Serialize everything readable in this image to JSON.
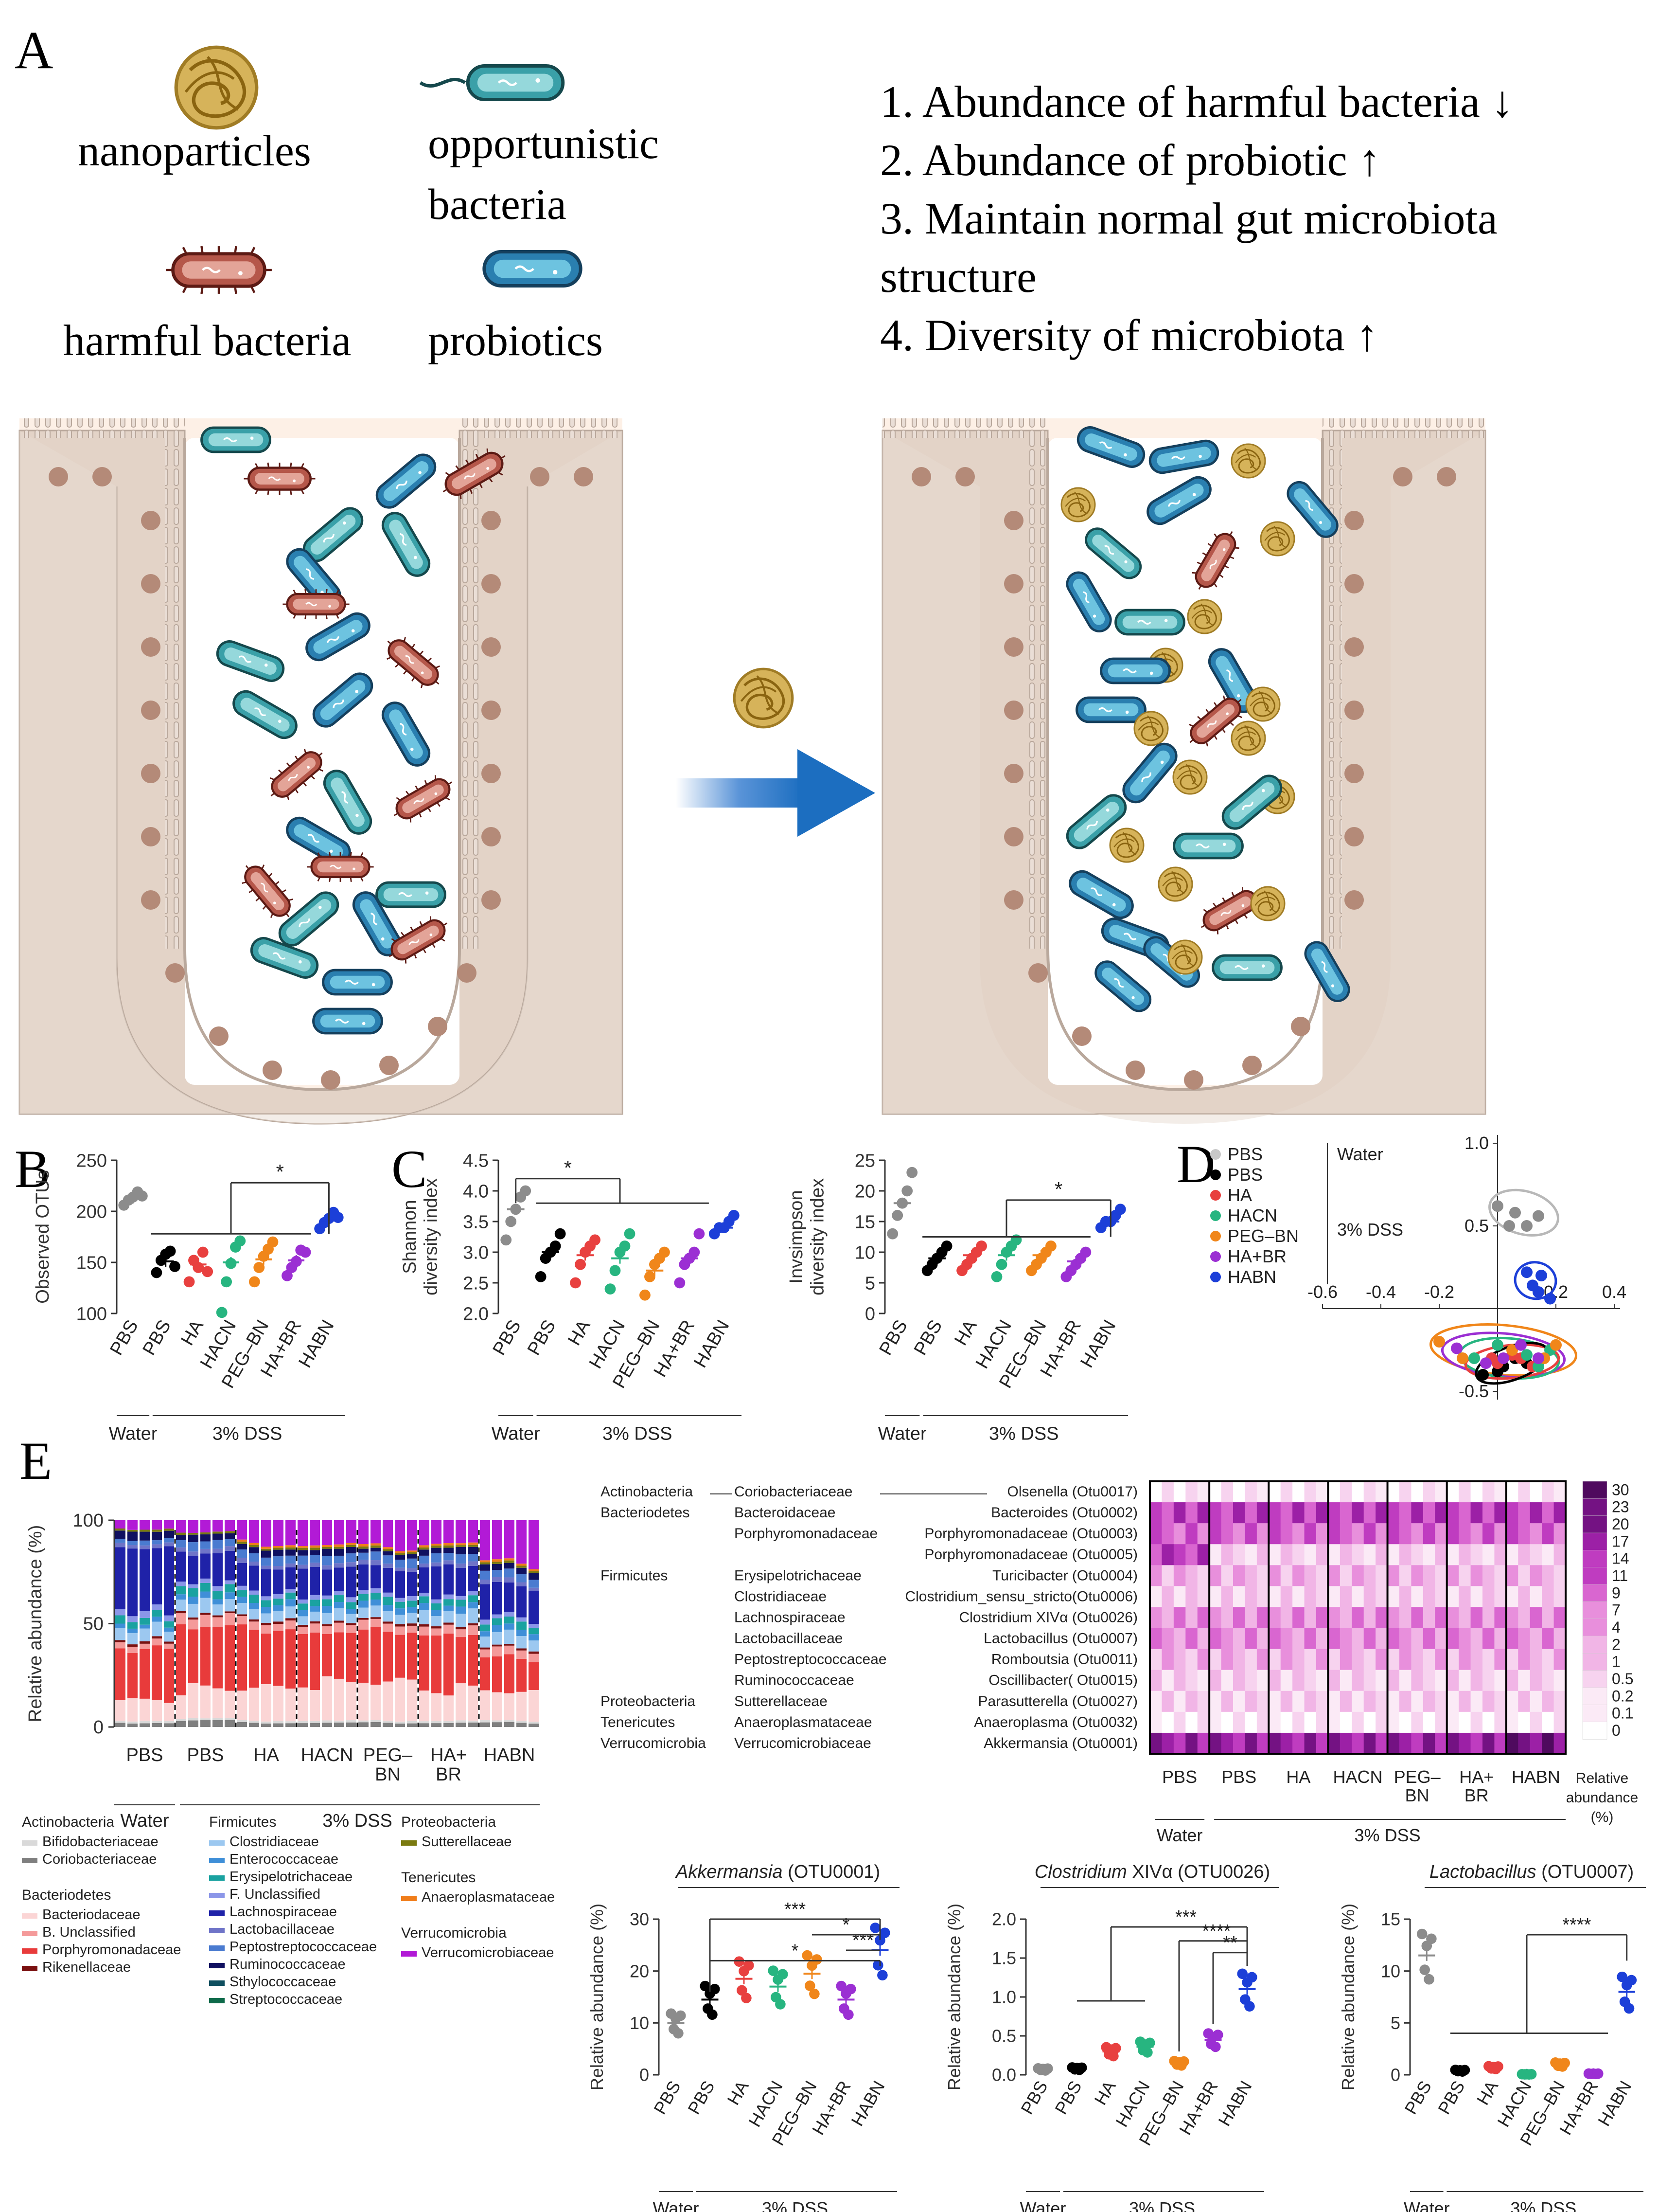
{
  "panel_labels": {
    "a": "A",
    "b": "B",
    "c": "C",
    "d": "D",
    "e": "E"
  },
  "legend_a": {
    "nanoparticles": "nanoparticles",
    "opportunistic_1": "opportunistic",
    "opportunistic_2": "bacteria",
    "harmful": "harmful bacteria",
    "probiotics": "probiotics"
  },
  "effects": [
    "1. Abundance of harmful bacteria ↓",
    "2. Abundance of probiotic ↑",
    "3. Maintain normal gut microbiota",
    "structure",
    "4. Diversity of microbiota ↑"
  ],
  "groups": [
    "PBS",
    "PBS",
    "HA",
    "HACN",
    "PEG–BN",
    "HA+BR",
    "HABN"
  ],
  "group_labels": {
    "water": "Water",
    "dss": "3% DSS"
  },
  "colors": {
    "pbs_water": "#8c8c8c",
    "pbs_dss": "#000000",
    "ha": "#e8403f",
    "hacn": "#27b580",
    "pegbn": "#f0861a",
    "habr": "#9b2fd3",
    "habn": "#1c3fd8"
  },
  "chart_data": [
    {
      "type": "scatter",
      "id": "B",
      "ylabel": "Observed OTUs",
      "ylim": [
        100,
        250
      ],
      "yticks": [
        100,
        150,
        200,
        250
      ],
      "categories": [
        "PBS",
        "PBS",
        "HA",
        "HACN",
        "PEG–BN",
        "HA+BR",
        "HABN"
      ],
      "points": [
        [
          206,
          211,
          214,
          219,
          215
        ],
        [
          140,
          152,
          158,
          161,
          146
        ],
        [
          131,
          152,
          145,
          160,
          141
        ],
        [
          101,
          131,
          149,
          165,
          171
        ],
        [
          131,
          145,
          156,
          163,
          170
        ],
        [
          137,
          145,
          151,
          162,
          160
        ],
        [
          183,
          189,
          193,
          199,
          194
        ]
      ],
      "means": [
        213,
        151,
        148,
        150,
        153,
        152,
        191
      ],
      "annotations": [
        {
          "text": "*",
          "from": "PBS-DSS",
          "to": "HABN"
        }
      ]
    },
    {
      "type": "scatter",
      "id": "C1",
      "ylabel": "Shannon diversity index",
      "ylim": [
        2.0,
        4.5
      ],
      "yticks": [
        2.0,
        2.5,
        3.0,
        3.5,
        4.0,
        4.5
      ],
      "categories": [
        "PBS",
        "PBS",
        "HA",
        "HACN",
        "PEG–BN",
        "HA+BR",
        "HABN"
      ],
      "points": [
        [
          3.2,
          3.5,
          3.7,
          3.9,
          4.0
        ],
        [
          2.6,
          2.9,
          3.0,
          3.1,
          3.3
        ],
        [
          2.5,
          2.8,
          3.0,
          3.1,
          3.2
        ],
        [
          2.4,
          2.7,
          3.0,
          3.1,
          3.3
        ],
        [
          2.3,
          2.6,
          2.8,
          2.9,
          3.0
        ],
        [
          2.5,
          2.8,
          2.9,
          3.0,
          3.3
        ],
        [
          3.3,
          3.4,
          3.4,
          3.5,
          3.6
        ]
      ],
      "means": [
        3.7,
        3.0,
        2.95,
        2.9,
        2.7,
        2.9,
        3.4
      ],
      "annotations": [
        {
          "text": "*",
          "from": "PBS-Water",
          "to": "HA"
        }
      ]
    },
    {
      "type": "scatter",
      "id": "C2",
      "ylabel": "Invsimpson diversity index",
      "ylim": [
        0,
        25
      ],
      "yticks": [
        0,
        5,
        10,
        15,
        20,
        25
      ],
      "categories": [
        "PBS",
        "PBS",
        "HA",
        "HACN",
        "PEG–BN",
        "HA+BR",
        "HABN"
      ],
      "points": [
        [
          13,
          16,
          18,
          20,
          23
        ],
        [
          7,
          8,
          9,
          10,
          11
        ],
        [
          7,
          8,
          9,
          10,
          11
        ],
        [
          6,
          8,
          10,
          11,
          12
        ],
        [
          7,
          8,
          9,
          10,
          11
        ],
        [
          6,
          7,
          8,
          9,
          10
        ],
        [
          14,
          15,
          15,
          16,
          17
        ]
      ],
      "means": [
        18,
        9,
        9.5,
        9.5,
        9.5,
        8.5,
        15
      ],
      "annotations": [
        {
          "text": "*",
          "from": "PBS-DSS",
          "to": "HABN"
        }
      ]
    },
    {
      "type": "scatter",
      "id": "D",
      "xticks": [
        -0.6,
        -0.4,
        -0.2,
        0.2,
        0.4
      ],
      "yticks": [
        1.0,
        0.5,
        -0.5
      ],
      "legend": [
        "PBS",
        "PBS",
        "HA",
        "HACN",
        "PEG–BN",
        "HA+BR",
        "HABN"
      ],
      "legend_groups": [
        "Water",
        "3% DSS"
      ]
    },
    {
      "type": "bar",
      "id": "E-stacked",
      "ylabel": "Relative abundance (%)",
      "ylim": [
        0,
        100
      ],
      "yticks": [
        0,
        50,
        100
      ],
      "categories": [
        "PBS",
        "PBS",
        "HA",
        "HACN",
        "PEG–\nBN",
        "HA+\nBR",
        "HABN"
      ]
    },
    {
      "type": "heatmap",
      "id": "E-heatmap",
      "rows": [
        [
          "Actinobacteria",
          "Coriobacteriaceae",
          "Olsenella (Otu0017)"
        ],
        [
          "Bacteriodetes",
          "Bacteroidaceae",
          "Bacteroides (Otu0002)"
        ],
        [
          "",
          "Porphyromonadaceae",
          "Porphyromonadaceae (Otu0003)"
        ],
        [
          "",
          "",
          "Porphyromonadaceae (Otu0005)"
        ],
        [
          "Firmicutes",
          "Erysipelotrichaceae",
          "Turicibacter (Otu0004)"
        ],
        [
          "",
          "Clostridiaceae",
          "Clostridium_sensu_stricto(Otu0006)"
        ],
        [
          "",
          "Lachnospiraceae",
          "Clostridium XIVα (Otu0026)"
        ],
        [
          "",
          "Lactobacillaceae",
          "Lactobacillus (Otu0007)"
        ],
        [
          "",
          "Peptostreptococcaceae",
          "Romboutsia (Otu0011)"
        ],
        [
          "",
          "Ruminococcaceae",
          "Oscillibacter( Otu0015)"
        ],
        [
          "Proteobacteria",
          "Sutterellaceae",
          "Parasutterella (Otu0027)"
        ],
        [
          "Tenericutes",
          "Anaeroplasmataceae",
          "Anaeroplasma (Otu0032)"
        ],
        [
          "Verrucomicrobia",
          "Verrucomicrobiaceae",
          "Akkermansia (Otu0001)"
        ]
      ],
      "scale": [
        "30",
        "23",
        "20",
        "17",
        "14",
        "11",
        "9",
        "7",
        "4",
        "2",
        "1",
        "0.5",
        "0.2",
        "0.1",
        "0"
      ],
      "scale_title": [
        "Relative",
        "abundance",
        "(%)"
      ],
      "columns": [
        "PBS",
        "PBS",
        "HA",
        "HACN",
        "PEG–\nBN",
        "HA+\nBR",
        "HABN"
      ]
    },
    {
      "type": "scatter",
      "id": "E-akk",
      "title": "Akkermansia (OTU0001)",
      "ylabel": "Relative abundance (%)",
      "ylim": [
        0,
        30
      ],
      "yticks": [
        0,
        10,
        20,
        30
      ],
      "categories": [
        "PBS",
        "PBS",
        "HA",
        "HACN",
        "PEG–BN",
        "HA+BR",
        "HABN"
      ],
      "means": [
        10,
        14.5,
        18.5,
        17,
        19.5,
        14.5,
        24
      ],
      "annotations": [
        "***",
        "*",
        "***",
        "*"
      ]
    },
    {
      "type": "scatter",
      "id": "E-clos",
      "title": "Clostridium XIVα (OTU0026)",
      "ylabel": "Relative abundance (%)",
      "ylim": [
        0,
        2.0
      ],
      "yticks": [
        0.0,
        0.5,
        1.0,
        1.5,
        2.0
      ],
      "categories": [
        "PBS",
        "PBS",
        "HA",
        "HACN",
        "PEG–BN",
        "HA+BR",
        "HABN"
      ],
      "means": [
        0.07,
        0.08,
        0.3,
        0.36,
        0.15,
        0.45,
        1.1
      ],
      "annotations": [
        "***",
        "****",
        "**"
      ]
    },
    {
      "type": "scatter",
      "id": "E-lact",
      "title": "Lactobacillus (OTU0007)",
      "ylabel": "Relative abundance (%)",
      "ylim": [
        0,
        15
      ],
      "yticks": [
        0,
        5,
        10,
        15
      ],
      "categories": [
        "PBS",
        "PBS",
        "HA",
        "HACN",
        "PEG–BN",
        "HA+BR",
        "HABN"
      ],
      "means": [
        11.5,
        0.4,
        0.7,
        0.05,
        1.0,
        0.1,
        8
      ],
      "annotations": [
        "****"
      ]
    }
  ],
  "legend_e": {
    "Actinobacteria": [
      "Bifidobacteriaceae",
      "Coriobacteriaceae"
    ],
    "Bacteriodetes": [
      "Bacteriodaceae",
      "B. Unclassified",
      "Porphyromonadaceae",
      "Rikenellaceae"
    ],
    "Firmicutes": [
      "Clostridiaceae",
      "Enterococcaceae",
      "Erysipelotrichaceae",
      "F. Unclassified",
      "Lachnospiraceae",
      "Lactobacillaceae",
      "Peptostreptococcaceae",
      "Ruminococcaceae",
      "Sthylococcaceae",
      "Streptococcaceae"
    ],
    "Proteobacteria": [
      "Sutterellaceae"
    ],
    "Tenericutes": [
      "Anaeroplasmataceae"
    ],
    "Verrucomicrobia": [
      "Verrucomicrobiaceae"
    ]
  },
  "legend_e_colors": {
    "Bifidobacteriaceae": "#d9d9d9",
    "Coriobacteriaceae": "#7f7f7f",
    "Bacteriodaceae": "#fbd5d5",
    "B. Unclassified": "#f49a9a",
    "Porphyromonadaceae": "#e83b3b",
    "Rikenellaceae": "#7a1010",
    "Clostridiaceae": "#9cc8f0",
    "Enterococcaceae": "#3f8fd8",
    "Erysipelotrichaceae": "#1aa2a0",
    "F. Unclassified": "#8b96e8",
    "Lachnospiraceae": "#1f22a8",
    "Lactobacillaceae": "#6f74c8",
    "Peptostreptococcaceae": "#4a7bd0",
    "Ruminococcaceae": "#101060",
    "Sthylococcaceae": "#0f4f5f",
    "Streptococcaceae": "#0e6a4a",
    "Sutterellaceae": "#7a7a10",
    "Anaeroplasmataceae": "#f07d1a",
    "Verrucomicrobiaceae": "#b21ad6"
  }
}
